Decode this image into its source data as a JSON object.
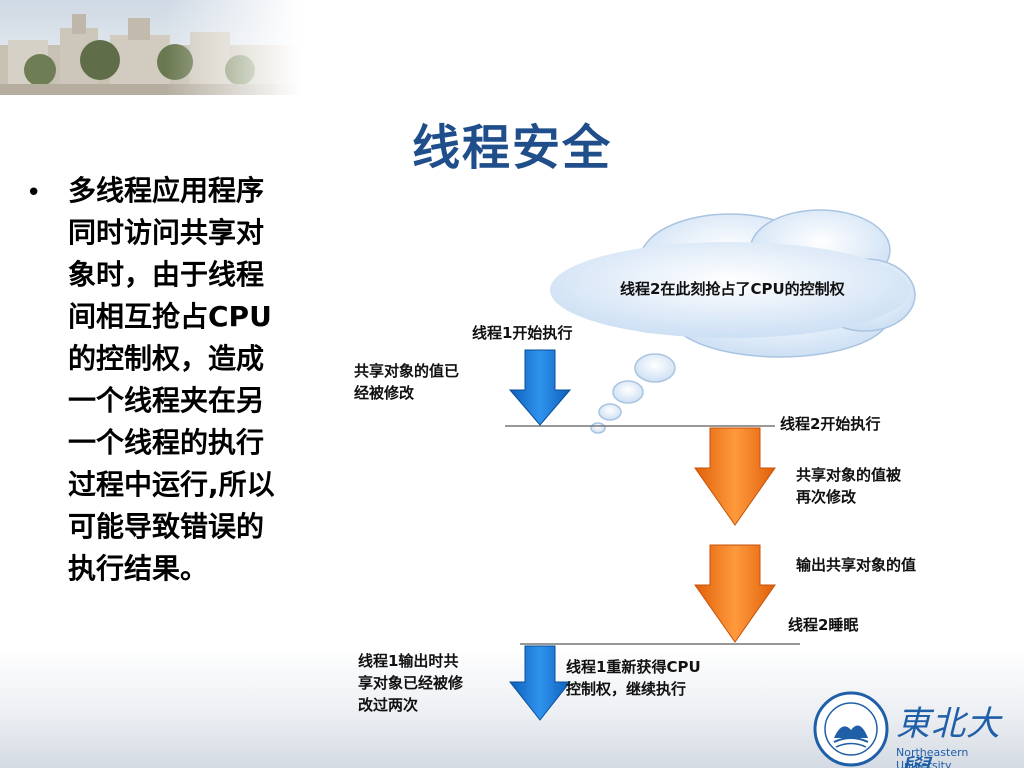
{
  "slide": {
    "title": "线程安全",
    "bullet": "多线程应用程序同时访问共享对象时，由于线程间相互抢占CPU的控制权，造成一个线程夹在另一个线程的执行过程中运行,所以可能导致错误的执行结果。"
  },
  "diagram": {
    "cloud_label": "线程2在此刻抢占了CPU的控制权",
    "thread1_start": "线程1开始执行",
    "shared_modified": "共享对象的值已\n经被修改",
    "thread2_start": "线程2开始执行",
    "shared_modified_again": "共享对象的值被\n再次修改",
    "output_shared": "输出共享对象的值",
    "thread2_sleep": "线程2睡眠",
    "thread1_output": "线程1输出时共\n享对象已经被修\n改过两次",
    "thread1_regain": "线程1重新获得CPU\n控制权，继续执行"
  },
  "logo": {
    "chinese_name": "東北大學",
    "english_name": "Northeastern University"
  },
  "colors": {
    "title": "#1f4e8a",
    "blue_arrow": "#1e7fd8",
    "orange_arrow": "#f07a18",
    "cloud": "#dceaf8"
  }
}
